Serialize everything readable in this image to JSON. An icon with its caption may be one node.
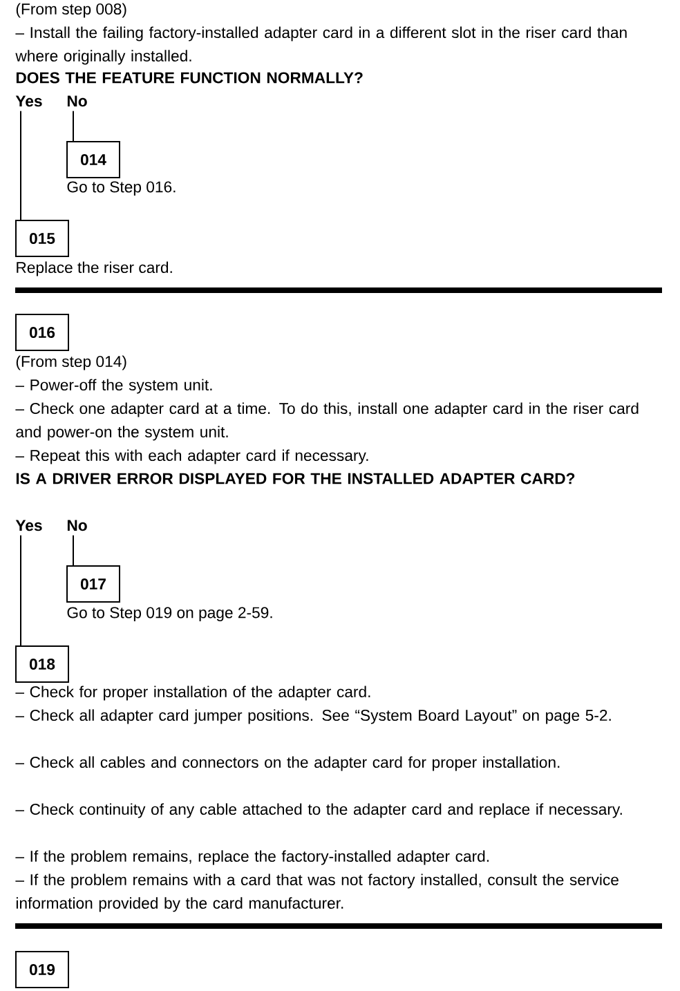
{
  "diagram": {
    "nodes": [
      {
        "text": [
          "Yes"
        ]
      },
      {
        "text": [
          "No"
        ]
      },
      {
        "text": [
          "014"
        ]
      },
      {
        "text": [
          "015"
        ]
      },
      {
        "text": [
          "016"
        ]
      },
      {
        "text": [
          "Yes"
        ]
      },
      {
        "text": [
          "No"
        ]
      },
      {
        "text": [
          "017"
        ]
      },
      {
        "text": [
          "018"
        ]
      },
      {
        "text": [
          "019"
        ]
      }
    ],
    "edges": [
      {
        "from": 0,
        "to": 3,
        "arrow": "none"
      },
      {
        "from": 1,
        "to": 2,
        "arrow": "none"
      },
      {
        "from": 5,
        "to": 8,
        "arrow": "none"
      },
      {
        "from": 6,
        "to": 7,
        "arrow": "none"
      }
    ],
    "labels": [
      "(From step 008)",
      "– Install the failing factory-installed adapter card in a different slot in the riser card than where originally installed.",
      "DOES THE FEATURE FUNCTION NORMALLY?",
      "Go to Step 016.",
      "Replace the riser card.",
      "(From step 014)",
      "– Power-off the system unit.",
      "– Check one adapter card at a time.  To do this, install one adapter card in the riser card and power-on the system unit.",
      "– Repeat this with each adapter card if necessary.",
      "IS A DRIVER ERROR DISPLAYED FOR THE INSTALLED ADAPTER CARD?",
      "Go to Step 019 on page 2-59.",
      "– Check for proper installation of the adapter card.",
      "– Check all adapter card jumper positions.  See “System Board Layout” on page 5-2.",
      "– Check all cables and connectors on the adapter card for proper installation.",
      "– Check continuity of any cable attached to the adapter card and replace if necessary.",
      "– If the problem remains, replace the factory-installed adapter card.",
      "– If the problem remains with a card that was not factory installed, consult the service information provided by the card manufacturer."
    ]
  }
}
